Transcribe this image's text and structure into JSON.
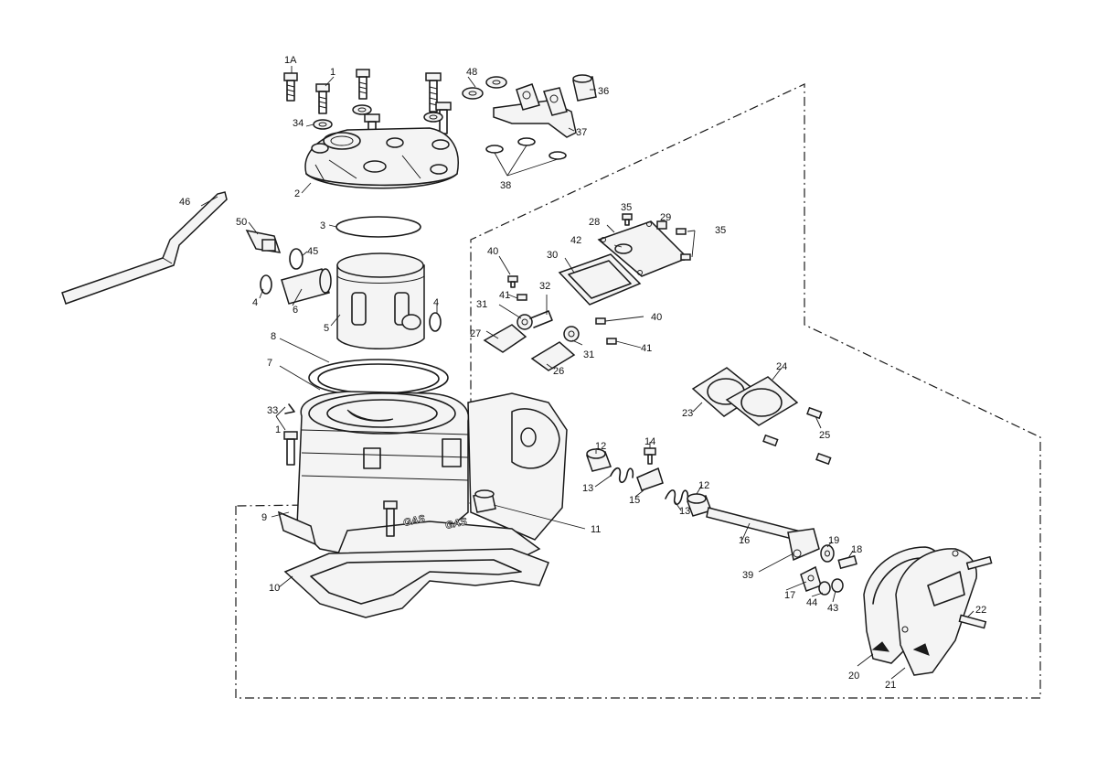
{
  "brand_marks": [
    "GAS",
    "GAS"
  ],
  "callouts": [
    {
      "id": "1A",
      "text": "1A"
    },
    {
      "id": "1a",
      "text": "1"
    },
    {
      "id": "1b",
      "text": "1"
    },
    {
      "id": "2",
      "text": "2"
    },
    {
      "id": "3",
      "text": "3"
    },
    {
      "id": "4a",
      "text": "4"
    },
    {
      "id": "4b",
      "text": "4"
    },
    {
      "id": "5",
      "text": "5"
    },
    {
      "id": "6",
      "text": "6"
    },
    {
      "id": "7",
      "text": "7"
    },
    {
      "id": "8",
      "text": "8"
    },
    {
      "id": "9",
      "text": "9"
    },
    {
      "id": "10",
      "text": "10"
    },
    {
      "id": "11",
      "text": "11"
    },
    {
      "id": "12a",
      "text": "12"
    },
    {
      "id": "12b",
      "text": "12"
    },
    {
      "id": "13a",
      "text": "13"
    },
    {
      "id": "13b",
      "text": "13"
    },
    {
      "id": "14",
      "text": "14"
    },
    {
      "id": "15",
      "text": "15"
    },
    {
      "id": "16",
      "text": "16"
    },
    {
      "id": "17",
      "text": "17"
    },
    {
      "id": "18",
      "text": "18"
    },
    {
      "id": "19",
      "text": "19"
    },
    {
      "id": "20",
      "text": "20"
    },
    {
      "id": "21",
      "text": "21"
    },
    {
      "id": "22",
      "text": "22"
    },
    {
      "id": "23",
      "text": "23"
    },
    {
      "id": "24",
      "text": "24"
    },
    {
      "id": "25",
      "text": "25"
    },
    {
      "id": "26",
      "text": "26"
    },
    {
      "id": "27",
      "text": "27"
    },
    {
      "id": "28",
      "text": "28"
    },
    {
      "id": "29",
      "text": "29"
    },
    {
      "id": "30",
      "text": "30"
    },
    {
      "id": "31a",
      "text": "31"
    },
    {
      "id": "31b",
      "text": "31"
    },
    {
      "id": "32",
      "text": "32"
    },
    {
      "id": "33",
      "text": "33"
    },
    {
      "id": "34",
      "text": "34"
    },
    {
      "id": "35a",
      "text": "35"
    },
    {
      "id": "35b",
      "text": "35"
    },
    {
      "id": "36",
      "text": "36"
    },
    {
      "id": "37",
      "text": "37"
    },
    {
      "id": "38",
      "text": "38"
    },
    {
      "id": "39",
      "text": "39"
    },
    {
      "id": "40a",
      "text": "40"
    },
    {
      "id": "40b",
      "text": "40"
    },
    {
      "id": "41a",
      "text": "41"
    },
    {
      "id": "41b",
      "text": "41"
    },
    {
      "id": "42",
      "text": "42"
    },
    {
      "id": "43",
      "text": "43"
    },
    {
      "id": "44",
      "text": "44"
    },
    {
      "id": "45",
      "text": "45"
    },
    {
      "id": "46",
      "text": "46"
    },
    {
      "id": "48",
      "text": "48"
    },
    {
      "id": "50",
      "text": "50"
    }
  ]
}
